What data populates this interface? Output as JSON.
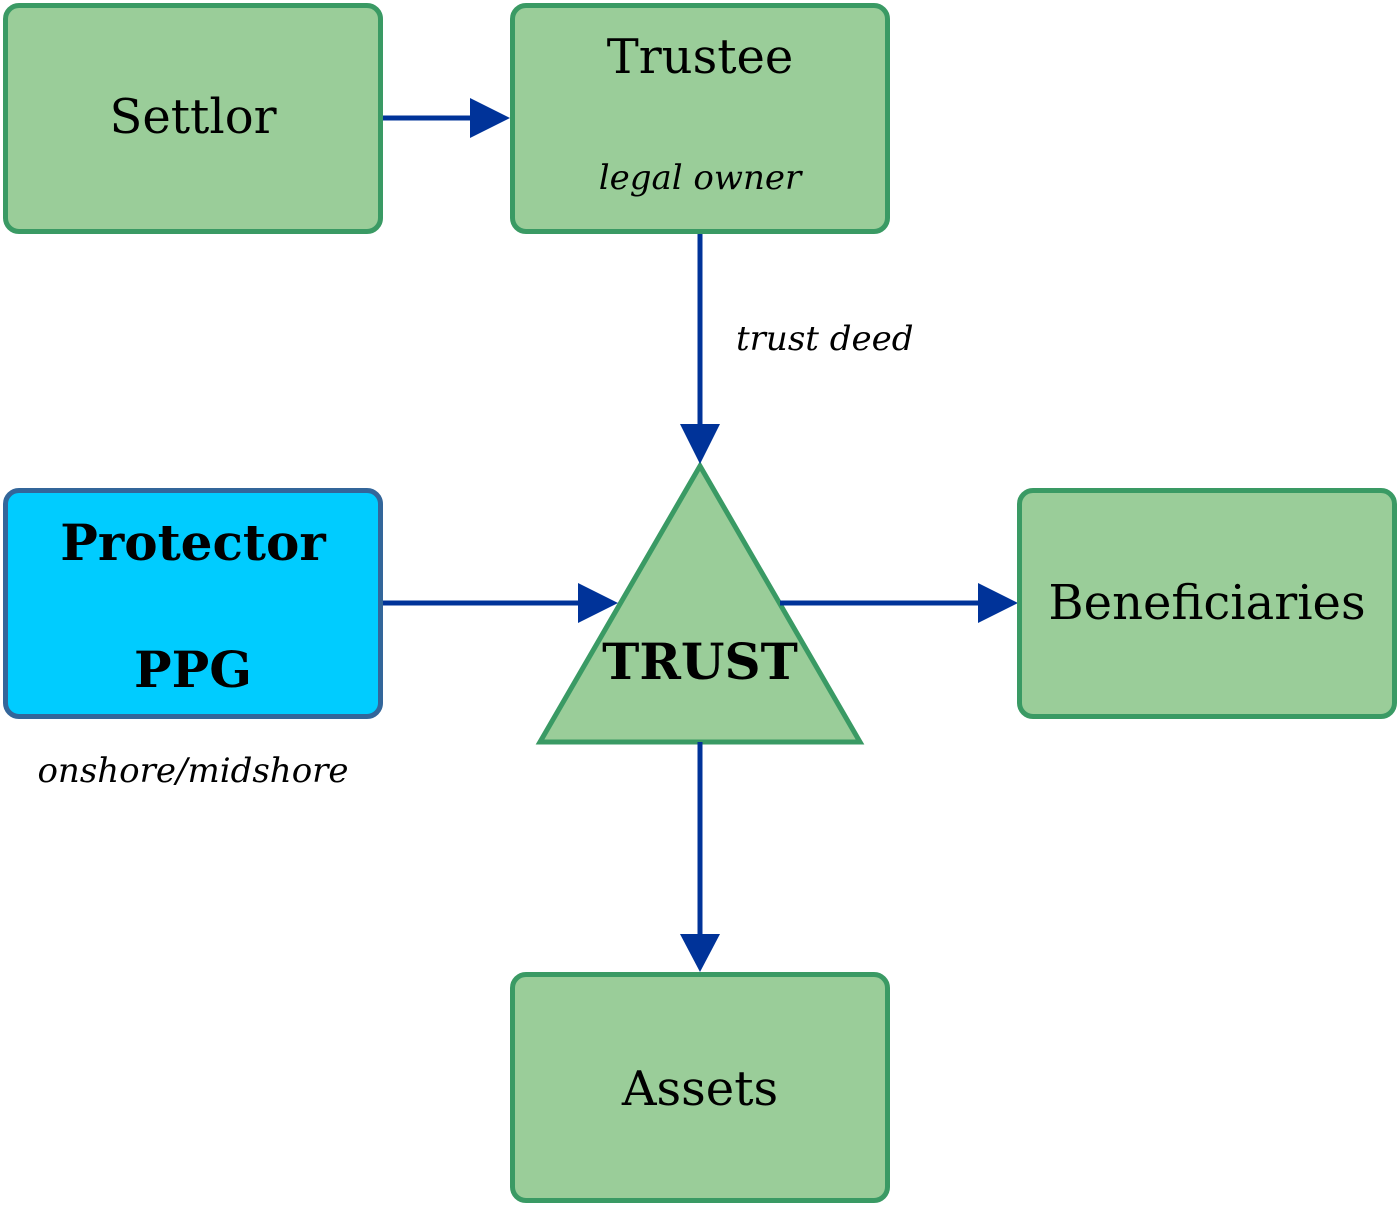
{
  "nodes": {
    "settlor": {
      "label": "Settlor"
    },
    "trustee": {
      "label": "Trustee",
      "sublabel": "legal owner"
    },
    "trust": {
      "label": "TRUST"
    },
    "protector": {
      "label": "Protector",
      "sublabel": "PPG",
      "note": "onshore/midshore"
    },
    "beneficiaries": {
      "label": "Beneficiaries"
    },
    "assets": {
      "label": "Assets"
    }
  },
  "edges": {
    "trustee_to_trust": {
      "label": "trust deed"
    }
  },
  "colors": {
    "node_fill": "#9acd99",
    "node_border": "#3a9a64",
    "protector_fill": "#00ccff",
    "protector_border": "#33669a",
    "arrow": "#003399"
  }
}
